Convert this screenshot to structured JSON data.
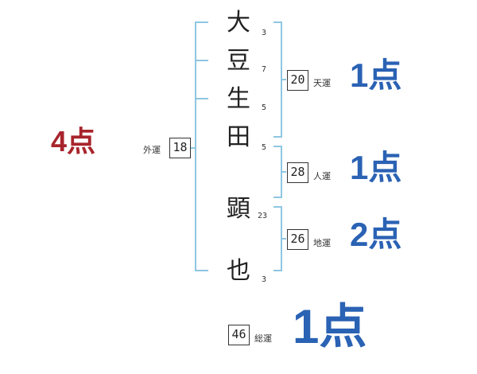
{
  "colors": {
    "bracket": "#8ec6e2",
    "blue": "#2a62b4",
    "red": "#a8242c"
  },
  "surname": [
    {
      "char": "大",
      "strokes": "3"
    },
    {
      "char": "豆",
      "strokes": "7"
    },
    {
      "char": "生",
      "strokes": "5"
    },
    {
      "char": "田",
      "strokes": "5"
    }
  ],
  "given": [
    {
      "char": "顕",
      "strokes": "23"
    },
    {
      "char": "也",
      "strokes": "3"
    }
  ],
  "tenkaku": {
    "value": "20",
    "label": "天運",
    "score": "1点"
  },
  "jinkaku": {
    "value": "28",
    "label": "人運",
    "score": "1点"
  },
  "chikaku": {
    "value": "26",
    "label": "地運",
    "score": "2点"
  },
  "gaikaku": {
    "value": "18",
    "label": "外運",
    "score": "4点"
  },
  "soukaku": {
    "value": "46",
    "label": "総運",
    "score": "1点"
  }
}
